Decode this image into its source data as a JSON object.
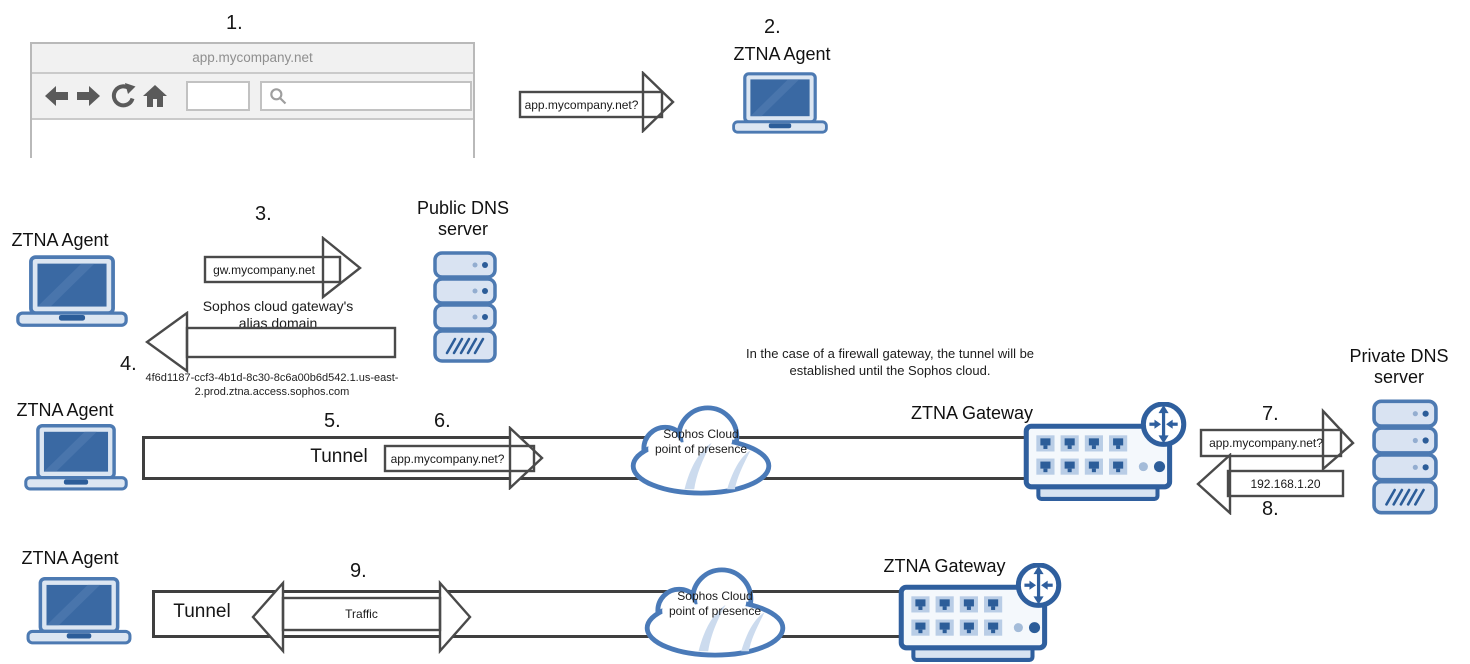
{
  "steps": {
    "s1": "1.",
    "s2": "2.",
    "s3": "3.",
    "s4": "4.",
    "s5": "5.",
    "s6": "6.",
    "s7": "7.",
    "s8": "8.",
    "s9": "9."
  },
  "browser": {
    "url": "app.mycompany.net"
  },
  "labels": {
    "agent": "ZTNA Agent",
    "gateway": "ZTNA Gateway",
    "public_dns": "Public DNS server",
    "private_dns": "Private DNS server",
    "tunnel": "Tunnel",
    "cloud": "Sophos Cloud point of presence"
  },
  "messages": {
    "app_query": "app.mycompany.net?",
    "gw_query": "gw.mycompany.net",
    "alias_caption": "Sophos cloud gateway's alias domain",
    "alias_domain": "4f6d1187-ccf3-4b1d-8c30-8c6a00b6d542.1.us-east-2.prod.ztna.access.sophos.com",
    "dns_answer": "192.168.1.20",
    "traffic": "Traffic"
  },
  "note": "In the case of a firewall gateway, the tunnel will be established until the Sophos cloud.",
  "colors": {
    "icon_border_blue": "#2f5f9e",
    "icon_mid_blue": "#4d7ab2",
    "icon_light_fill": "#d9e3f2",
    "screen_blue": "#3a69a3",
    "arrow_outline_gray": "#4a4a4a",
    "tunnel_outline": "#3f3f3f",
    "browser_chrome": "#f1f1f1"
  }
}
